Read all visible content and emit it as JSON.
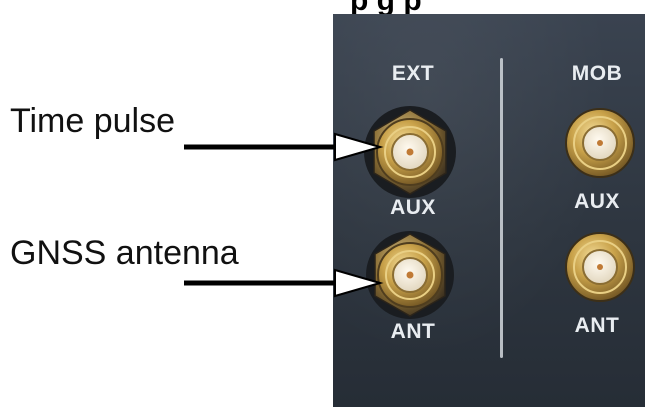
{
  "heading_fragment": "p                            g p",
  "panel": {
    "left_column": {
      "top_label": "EXT",
      "mid_label": "AUX",
      "bottom_label": "ANT"
    },
    "right_column": {
      "top_label": "MOB",
      "mid_label": "AUX",
      "bottom_label": "ANT"
    }
  },
  "callouts": {
    "time_pulse": "Time pulse",
    "gnss_antenna": "GNSS antenna"
  },
  "colors": {
    "panel": "#2e3640",
    "label_text": "#e9edf1",
    "brass": "#c9a24a",
    "arrow": "#000000",
    "arrow_head": "#ffffff"
  }
}
